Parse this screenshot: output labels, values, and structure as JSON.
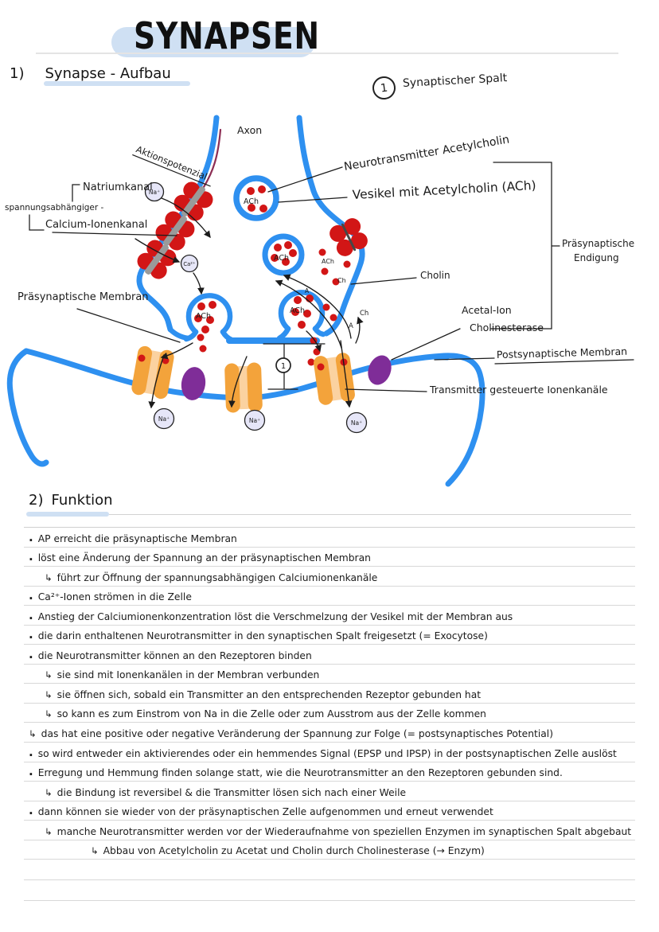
{
  "page": {
    "title": "SYNAPSEN"
  },
  "sections": {
    "s1_number": "1)",
    "s1_title": "Synapse - Aufbau",
    "s2_number": "2)",
    "s2_title": "Funktion"
  },
  "annotation": {
    "number": "1",
    "label": "Synaptischer Spalt"
  },
  "diagram": {
    "labels": {
      "axon": "Axon",
      "aktionspotenzial": "Aktionspotenzial",
      "natriumkanal": "Natriumkanal",
      "spannungsabhaengiger": "spannungsabhängiger -",
      "calciumkanal": "Calcium-Ionenkanal",
      "praesynaptische_membran": "Präsynaptische Membran",
      "neurotransmitter": "Neurotransmitter Acetylcholin",
      "vesikel": "Vesikel mit Acetylcholin (ACh)",
      "cholin": "Cholin",
      "acetal_ion": "Acetal-Ion",
      "cholinesterase": "Cholinesterase",
      "endigung_line1": "Präsynaptische",
      "endigung_line2": "Endigung",
      "postsynaptische_membran": "Postsynaptische Membran",
      "transmitter_kanaele": "Transmitter gesteuerte Ionenkanäle",
      "ach": "ACh",
      "na": "Na⁺",
      "ca": "Ca²⁺",
      "ch": "Ch",
      "a": "A",
      "cleft_number": "1"
    }
  },
  "funktion": {
    "marker_dot": "·",
    "marker_arrow": "↳",
    "trailing_rules": 2,
    "lines": [
      {
        "marker": "dot",
        "indent": 0,
        "text": "AP erreicht die präsynaptische Membran"
      },
      {
        "marker": "dot",
        "indent": 0,
        "text": "löst eine Änderung der Spannung an der präsynaptischen Membran"
      },
      {
        "marker": "arrow",
        "indent": 1,
        "text": "führt zur Öffnung der spannungsabhängigen Calciumionenkanäle"
      },
      {
        "marker": "dot",
        "indent": 0,
        "text": "Ca²⁺-Ionen strömen in die Zelle"
      },
      {
        "marker": "dot",
        "indent": 0,
        "text": "Anstieg der Calciumionenkonzentration löst die Verschmelzung der Vesikel mit der Membran aus"
      },
      {
        "marker": "dot",
        "indent": 0,
        "text": "die darin enthaltenen Neurotransmitter in den synaptischen Spalt freigesetzt (= Exocytose)"
      },
      {
        "marker": "dot",
        "indent": 0,
        "text": "die Neurotransmitter können an den Rezeptoren binden"
      },
      {
        "marker": "arrow",
        "indent": 1,
        "text": "sie sind mit Ionenkanälen in der Membran verbunden"
      },
      {
        "marker": "arrow",
        "indent": 1,
        "text": "sie öffnen sich, sobald ein Transmitter an den entsprechenden Rezeptor gebunden hat"
      },
      {
        "marker": "arrow",
        "indent": 1,
        "text": "so kann es zum Einstrom von Na in die Zelle oder zum Ausstrom aus der Zelle kommen"
      },
      {
        "marker": "arrow",
        "indent": 0,
        "text": "das hat eine positive oder negative Veränderung der Spannung zur Folge (= postsynaptisches Potential)"
      },
      {
        "marker": "dot",
        "indent": 0,
        "text": "so wird entweder ein aktivierendes oder ein hemmendes Signal (EPSP und IPSP) in der postsynaptischen Zelle auslöst"
      },
      {
        "marker": "dot",
        "indent": 0,
        "text": "Erregung und Hemmung finden solange statt, wie die Neurotransmitter an den Rezeptoren gebunden sind."
      },
      {
        "marker": "arrow",
        "indent": 1,
        "text": "die Bindung ist reversibel & die Transmitter lösen sich nach einer Weile"
      },
      {
        "marker": "dot",
        "indent": 0,
        "text": "dann können sie wieder von der präsynaptischen Zelle aufgenommen und erneut verwendet"
      },
      {
        "marker": "arrow",
        "indent": 1,
        "text": "manche Neurotransmitter werden vor der Wiederaufnahme von speziellen Enzymen im synaptischen Spalt abgebaut"
      },
      {
        "marker": "arrow",
        "indent": 2,
        "text": "Abbau von Acetylcholin zu Acetat und Cholin durch Cholinesterase (→ Enzym)"
      }
    ]
  },
  "colors": {
    "c-membrane": "#2e90f0",
    "c-red": "#d21616",
    "c-orange": "#f3a33b",
    "c-orange-light": "#fbd2a0",
    "c-purple": "#7f2d98",
    "c-ion": "#e6e6f8",
    "c-band": "#9a9a9a",
    "c-hl": "#cfe0f3",
    "c-rule": "#d8d8d8",
    "c-ink": "#1b1b1b",
    "c-ap": "#8d2f55"
  }
}
